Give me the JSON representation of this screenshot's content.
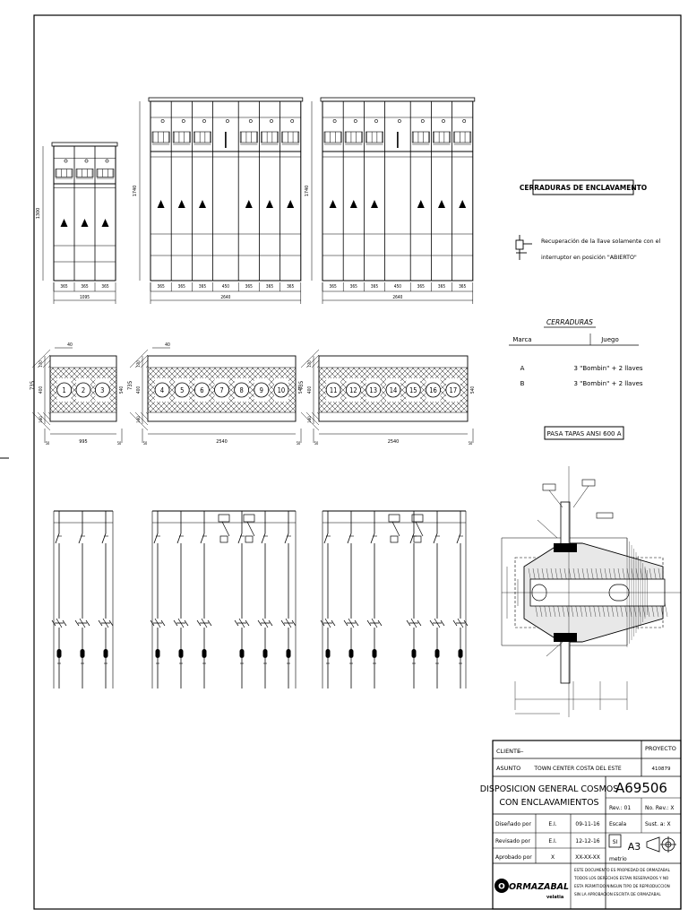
{
  "front_views": {
    "left": {
      "height": "1300",
      "widths": [
        "365",
        "365",
        "365"
      ],
      "total": "1095"
    },
    "middle": {
      "height": "1740",
      "widths": [
        "365",
        "365",
        "365",
        "450",
        "365",
        "365",
        "365"
      ],
      "total": "2640"
    },
    "right": {
      "height": "1740",
      "widths": [
        "365",
        "365",
        "365",
        "450",
        "365",
        "365",
        "365"
      ],
      "total": "2640"
    }
  },
  "plan_views": {
    "left": {
      "cells": [
        "1",
        "2",
        "3"
      ],
      "top_dim": "40",
      "width": "995",
      "left_dims": [
        "735",
        "400",
        "160",
        "170"
      ],
      "right_dim": "540",
      "end_dims": [
        "50",
        "50"
      ]
    },
    "middle": {
      "cells": [
        "4",
        "5",
        "6",
        "7",
        "8",
        "9",
        "10"
      ],
      "top_dim": "40",
      "width": "2540",
      "left_dims": [
        "735",
        "400",
        "160",
        "170"
      ],
      "right_dim": "540",
      "end_dims": [
        "50",
        "50"
      ]
    },
    "right": {
      "cells": [
        "11",
        "12",
        "13",
        "14",
        "15",
        "16",
        "17"
      ],
      "top_dim": "",
      "width": "2540",
      "left_dims": [
        "735",
        "400",
        "160",
        "170"
      ],
      "right_dim": "540",
      "end_dims": [
        "50",
        "50"
      ]
    }
  },
  "interlock_box": {
    "title": "CERRADURAS DE ENCLAVAMENTO",
    "description_line1": "Recuperación de la llave solamente con el",
    "description_line2": "interruptor en posición \"ABIERTO\""
  },
  "locks_table": {
    "title": "CERRADURAS",
    "headers": [
      "Marca",
      "Juego"
    ],
    "rows": [
      {
        "mark": "A",
        "set": "3 \"Bombin\" + 2 llaves"
      },
      {
        "mark": "B",
        "set": "3 \"Bombin\" + 2 llaves"
      }
    ]
  },
  "bushing": {
    "title": "PASA TAPAS ANSI 600 A"
  },
  "title_block": {
    "client_label": "CLIENTE",
    "client_value": "—",
    "project_label": "PROYECTO",
    "project_value": "410879",
    "subject_label": "ASUNTO",
    "subject_value": "TOWN CENTER COSTA DEL ESTE",
    "title_line1": "DISPOSICION GENERAL COSMOS",
    "title_line2": "CON ENCLAVAMIENTOS",
    "drawing_number": "A69506",
    "rev": "Rev.: 01",
    "rev_no": "No. Rev.: X",
    "rows": [
      {
        "label": "Diseñado por",
        "who": "E.I.",
        "date": "09-11-16",
        "field": "Escala",
        "value": "Sust. a: X"
      },
      {
        "label": "Revisado por",
        "who": "E.I.",
        "date": "12-12-16",
        "field": "",
        "value": ""
      },
      {
        "label": "Aprobado por",
        "who": "X",
        "date": "XX-XX-XX",
        "field": "metrio",
        "value": ""
      }
    ],
    "sheet_size": "A3",
    "units_box": "SI",
    "company": "ORMAZABAL",
    "company_sub": "velatia",
    "notice": [
      "ESTE DOCUMENTO ES PROPIEDAD DE ORMAZABAL",
      "TODOS LOS DERECHOS ESTAN RESERVADOS Y NO",
      "ESTA PERMITIDO NINGUN TIPO DE REPRODUCCION",
      "SIN LA APROBACION ESCRITA DE ORMAZABAL"
    ]
  }
}
